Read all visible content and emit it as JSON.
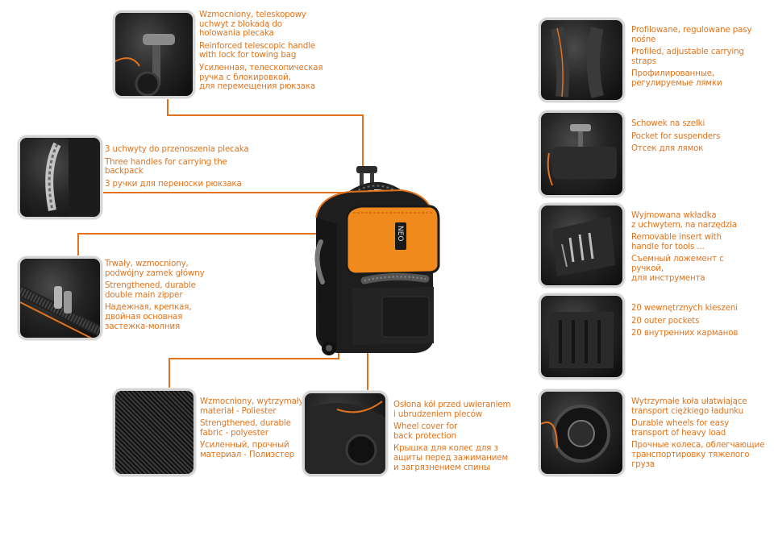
{
  "features": {
    "handle": {
      "pl": "Wzmocniony, teleskopowy\nuchwyt z blokadą do\nholowania plecaka",
      "en": "Reinforced telescopic handle\nwith lock for towing bag",
      "ru": "Усиленная, телескопическая\nручка с блокировкой,\nдля перемещения рюкзака"
    },
    "carry_handles": {
      "pl": "3 uchwyty do przenoszenia plecaka",
      "en": "Three handles for carrying the backpack",
      "ru": "3 ручки для переноски рюкзака"
    },
    "zipper": {
      "pl": "Trwały, wzmocniony,\npodwójny zamek główny",
      "en": "Strengthened, durable\ndouble main zipper",
      "ru": "Надежная, крепкая,\nдвойная основная\nзастежка-молния"
    },
    "material": {
      "pl": "Wzmocniony, wytrzymały\nmateriał - Poliester",
      "en": "Strengthened, durable\nfabric - polyester",
      "ru": "Усиленный, прочный\nматериал - Полиэстер"
    },
    "wheel_cover": {
      "pl": "Osłona kół przed uwieraniem\ni ubrudzeniem pleców",
      "en": "Wheel cover for\nback protection",
      "ru": "Крышка для колес для з\nащиты перед зажиманием\nи загрязнением спины"
    },
    "straps": {
      "pl": "Profilowane, regulowane pasy nośne",
      "en": "Profiled, adjustable carrying straps",
      "ru": "Профилированные,\nрегулируемые лямки"
    },
    "suspenders": {
      "pl": "Schowek na szelki",
      "en": "Pocket for suspenders",
      "ru": "Отсек для лямок"
    },
    "insert": {
      "pl": "Wyjmowana wkładka\nz uchwytem, na narzędzia",
      "en": "Removable insert with\nhandle for tools ...",
      "ru": "Съемный ложемент с ручкой,\nдля инструмента"
    },
    "pockets": {
      "pl": "20 wewnętrznych kieszeni",
      "en": "20 outer pockets",
      "ru": "20 внутренних карманов"
    },
    "wheels": {
      "pl": "Wytrzymałe koła ułatwiające\ntransport ciężkiego ładunku",
      "en": "Durable wheels for easy\ntransport of heavy load",
      "ru": "Прочные колеса, облегчающие\nтранспортировку тяжелого груза"
    }
  },
  "product": {
    "logo": "NEO"
  },
  "colors": {
    "accent": "#e2731c",
    "frame": "#d4d4d4",
    "bag_body": "#1e1e1e",
    "bag_front": "#f08a1c"
  }
}
